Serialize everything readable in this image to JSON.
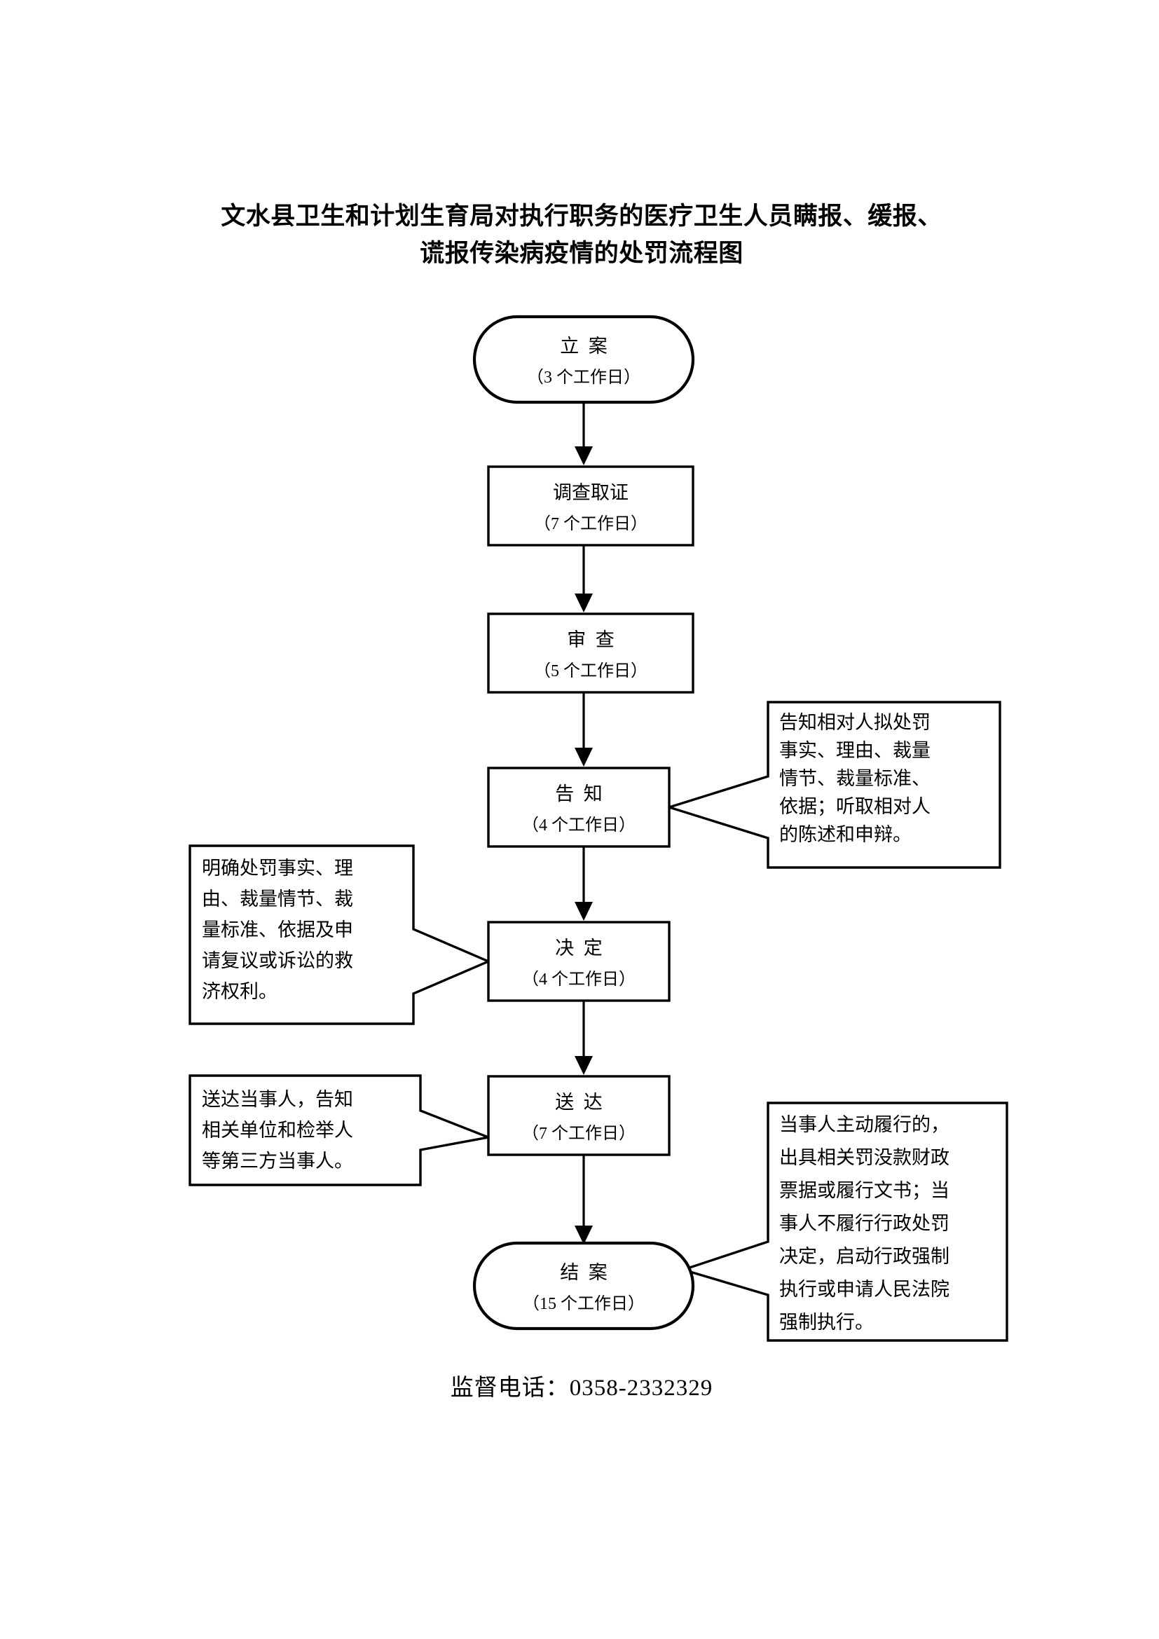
{
  "document": {
    "title_line_1": "文水县卫生和计划生育局对执行职务的医疗卫生人员瞒报、缓报、",
    "title_line_2": "谎报传染病疫情的处罚流程图",
    "footer": "监督电话：0358-2332329",
    "ink_color": "#000000",
    "page_background": "#ffffff"
  },
  "flow": {
    "nodes": [
      {
        "id": "node-liandang",
        "shape": "stadium",
        "label": "立  案",
        "duration": "（3 个工作日）"
      },
      {
        "id": "node-diaocha-quzheng",
        "shape": "rect",
        "label": "调查取证",
        "duration": "（7 个工作日）"
      },
      {
        "id": "node-shencha",
        "shape": "rect",
        "label": "审  查",
        "duration": "（5 个工作日）"
      },
      {
        "id": "node-gaozhi",
        "shape": "rect",
        "label": "告  知",
        "duration": "（4 个工作日）"
      },
      {
        "id": "node-jueding",
        "shape": "rect",
        "label": "决  定",
        "duration": "（4 个工作日）"
      },
      {
        "id": "node-songda",
        "shape": "rect",
        "label": "送  达",
        "duration": "（7 个工作日）"
      },
      {
        "id": "node-jiean",
        "shape": "stadium",
        "label": "结  案",
        "duration": "（15 个工作日）"
      }
    ],
    "callouts": [
      {
        "id": "callout-gaozhi",
        "side": "right",
        "attached_to": "node-gaozhi",
        "lines": [
          "告知相对人拟处罚",
          "事实、理由、裁量",
          "情节、裁量标准、",
          "依据；听取相对人",
          "的陈述和申辩。"
        ]
      },
      {
        "id": "callout-jueding",
        "side": "left",
        "attached_to": "node-jueding",
        "lines": [
          "明确处罚事实、理",
          "由、裁量情节、裁",
          "量标准、依据及申",
          "请复议或诉讼的救",
          "济权利。"
        ]
      },
      {
        "id": "callout-songda",
        "side": "left",
        "attached_to": "node-songda",
        "lines": [
          "送达当事人，告知",
          "相关单位和检举人",
          "等第三方当事人。"
        ]
      },
      {
        "id": "callout-jiean",
        "side": "right",
        "attached_to": "node-jiean",
        "lines": [
          "当事人主动履行的，",
          "出具相关罚没款财政",
          "票据或履行文书；当",
          "事人不履行行政处罚",
          "决定，启动行政强制",
          "执行或申请人民法院",
          "强制执行。"
        ]
      }
    ]
  }
}
